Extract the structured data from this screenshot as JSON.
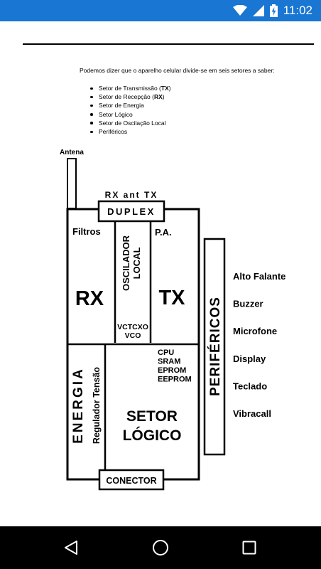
{
  "status_bar": {
    "time": "11:02",
    "color": "#1976D2"
  },
  "article": {
    "intro": "Podemos dizer que o aparelho celular divide-se em seis setores a saber:",
    "sectors": [
      {
        "pre": "Setor de Transmissão (",
        "bold": "TX",
        "post": ")"
      },
      {
        "pre": "Setor de Recepção (",
        "bold": "RX",
        "post": ")"
      },
      {
        "pre": "Setor de Energia",
        "bold": "",
        "post": ""
      },
      {
        "pre": "Setor Lógico",
        "bold": "",
        "post": ""
      },
      {
        "pre": "Setor de Oscilação Local",
        "bold": "",
        "post": ""
      },
      {
        "pre": "Periféricos",
        "bold": "",
        "post": ""
      }
    ]
  },
  "diagram": {
    "antenna": "Antena",
    "rx_ant_tx": "RX ant TX",
    "duplex": "DUPLEX",
    "filtros": "Filtros",
    "rx": "RX",
    "oscilador_line1": "OSCILADOR",
    "oscilador_line2": "LOCAL",
    "vctcxo": "VCTCXO",
    "vco": "VCO",
    "pa": "P.A.",
    "tx": "TX",
    "energia": "ENERGIA",
    "regulador": "Regulador Tensão",
    "logic_parts": [
      "CPU",
      "SRAM",
      "EPROM",
      "EEPROM"
    ],
    "setor_line1": "SETOR",
    "setor_line2": "LÓGICO",
    "conector": "CONECTOR",
    "perifericos": "PERIFÉRICOS",
    "peripherals": [
      "Alto Falante",
      "Buzzer",
      "Microfone",
      "Display",
      "Teclado",
      "Vibracall"
    ]
  },
  "nav_bar": {
    "icons": [
      "back-icon",
      "home-icon",
      "recents-icon"
    ]
  }
}
